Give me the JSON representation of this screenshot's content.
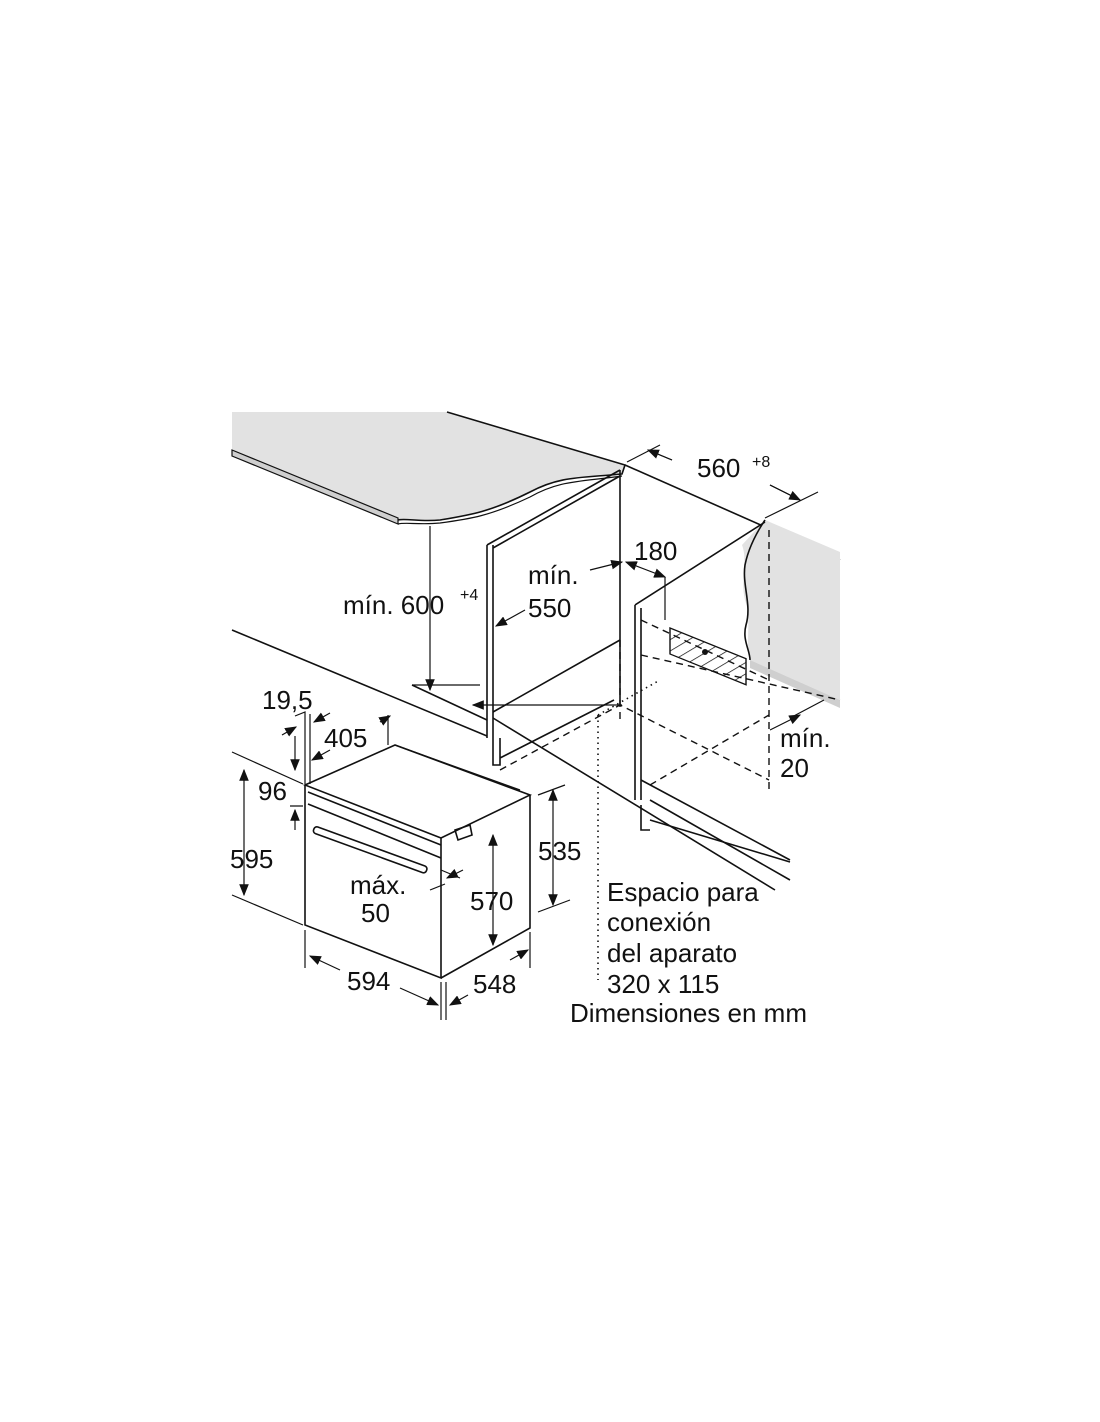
{
  "diagram": {
    "title": "Dimensiones en mm",
    "labels": {
      "niche_width": "560",
      "niche_width_tol": "+8",
      "gap_180": "180",
      "depth_min_prefix": "mín.",
      "depth_min_value": "550",
      "height_min": "mín. 600",
      "height_tol": "+4",
      "dim_19_5": "19,5",
      "dim_405": "405",
      "dim_96": "96",
      "oven_height": "595",
      "dim_535": "535",
      "dim_570": "570",
      "max_prefix": "máx.",
      "max_value": "50",
      "oven_width": "594",
      "oven_depth": "548",
      "min20_prefix": "mín.",
      "min20_value": "20"
    },
    "connection_note": [
      "Espacio para",
      "conexión",
      "del aparato",
      "320 x 115"
    ],
    "colors": {
      "surface": "#e2e2e2",
      "line": "#111111"
    }
  }
}
